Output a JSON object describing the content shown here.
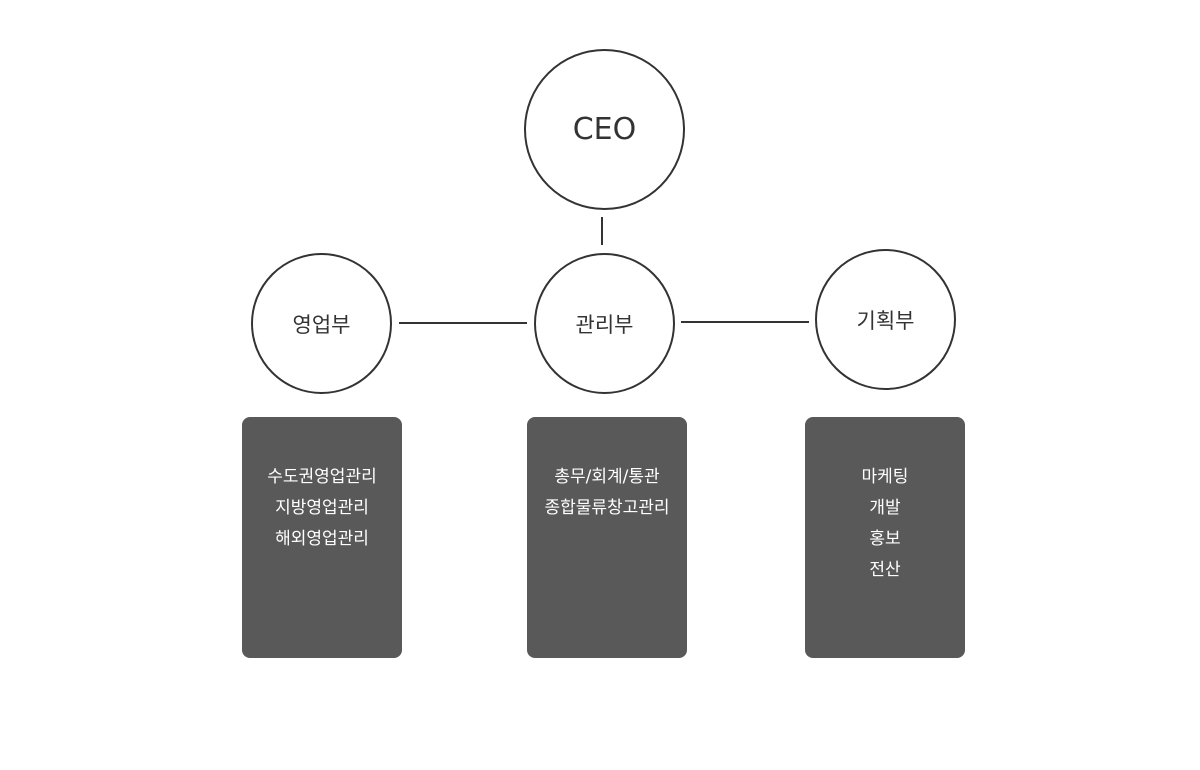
{
  "ceo": {
    "label": "CEO"
  },
  "departments": [
    {
      "label": "영업부",
      "tasks": [
        "수도권영업관리",
        "지방영업관리",
        "해외영업관리"
      ]
    },
    {
      "label": "관리부",
      "tasks": [
        "총무/회계/통관",
        "종합물류창고관리"
      ]
    },
    {
      "label": "기획부",
      "tasks": [
        "마케팅",
        "개발",
        "홍보",
        "전산"
      ]
    }
  ],
  "colors": {
    "stroke": "#333333",
    "box_fill": "#595959",
    "box_text": "#ffffff"
  }
}
